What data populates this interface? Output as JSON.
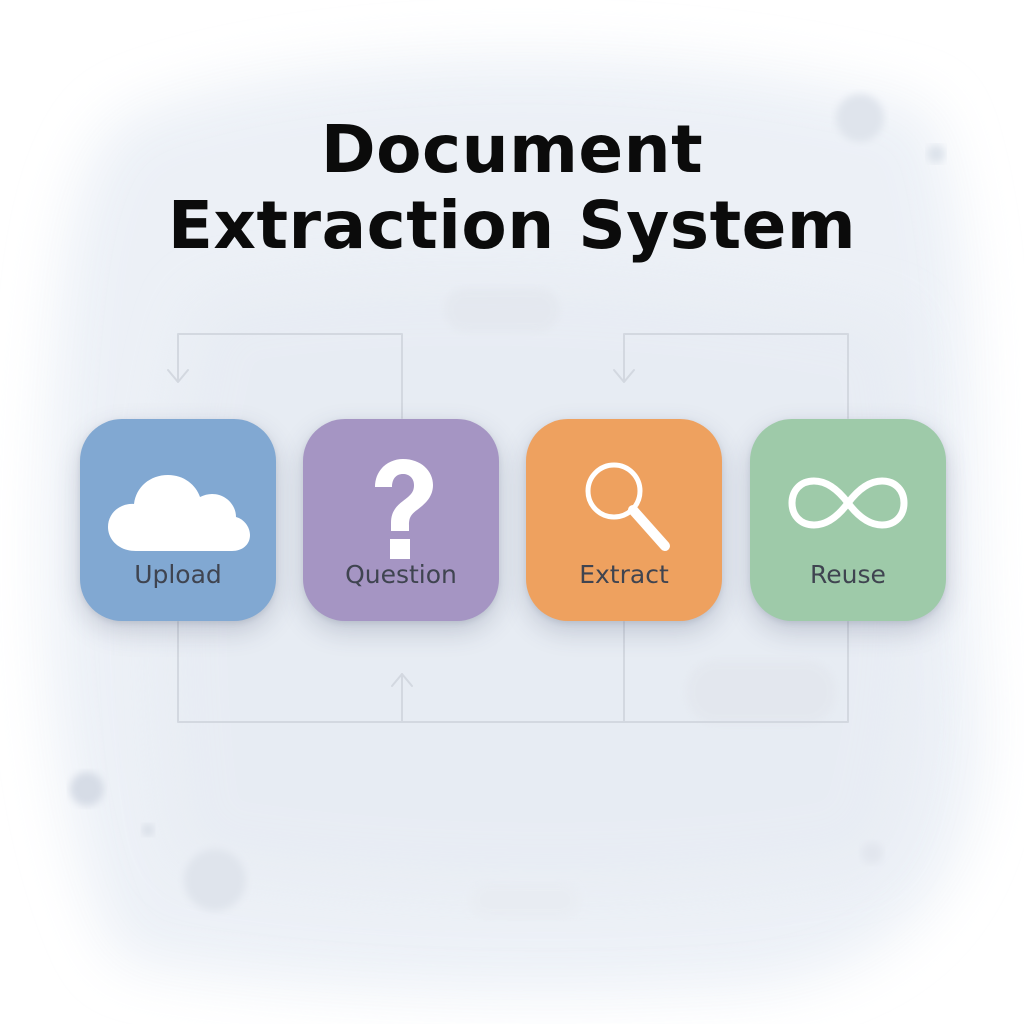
{
  "title": {
    "line1": "Document",
    "line2": "Extraction System"
  },
  "steps": [
    {
      "label": "Upload",
      "icon": "cloud-icon",
      "color": "#81a8d2"
    },
    {
      "label": "Question",
      "icon": "question-mark-icon",
      "color": "#a595c3"
    },
    {
      "label": "Extract",
      "icon": "magnifier-icon",
      "color": "#eea15f"
    },
    {
      "label": "Reuse",
      "icon": "infinity-icon",
      "color": "#9ecaa9"
    }
  ],
  "colors": {
    "title": "#0b0b0b",
    "label": "#3f4450",
    "connector": "#d3d8e0",
    "background_wash": "#eef2f7"
  }
}
